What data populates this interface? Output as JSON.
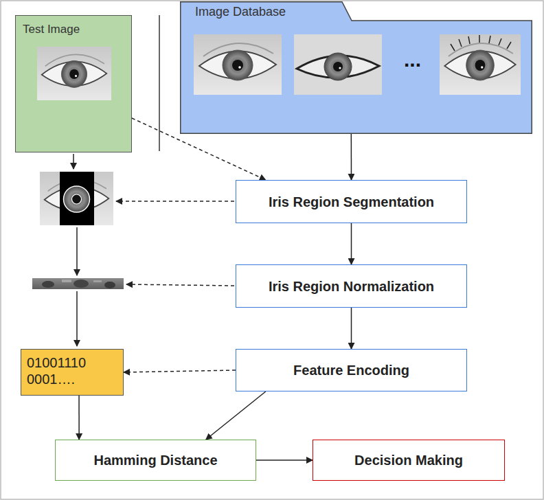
{
  "diagram": {
    "nodes": [
      {
        "text": [
          "Test Image"
        ]
      },
      {
        "text": [
          "Image Database"
        ]
      },
      {
        "text": [
          "Iris Region Segmentation"
        ]
      },
      {
        "text": [
          "Iris Region Normalization"
        ]
      },
      {
        "text": [
          "01001110 0001…."
        ]
      },
      {
        "text": [
          "Feature Encoding"
        ]
      },
      {
        "text": [
          "Hamming Distance"
        ]
      },
      {
        "text": [
          "Decision Making"
        ]
      }
    ],
    "edges": [
      {
        "from": 0,
        "to": 2,
        "arrow": "to"
      },
      {
        "from": 1,
        "to": 2,
        "arrow": "to"
      },
      {
        "from": 2,
        "to": 3,
        "arrow": "to"
      },
      {
        "from": 3,
        "to": 5,
        "arrow": "to"
      },
      {
        "from": 5,
        "to": 4,
        "arrow": "to"
      },
      {
        "from": 5,
        "to": 6,
        "arrow": "to"
      },
      {
        "from": 4,
        "to": 6,
        "arrow": "to"
      },
      {
        "from": 6,
        "to": 7,
        "arrow": "to"
      }
    ],
    "labels": [
      "..."
    ]
  }
}
